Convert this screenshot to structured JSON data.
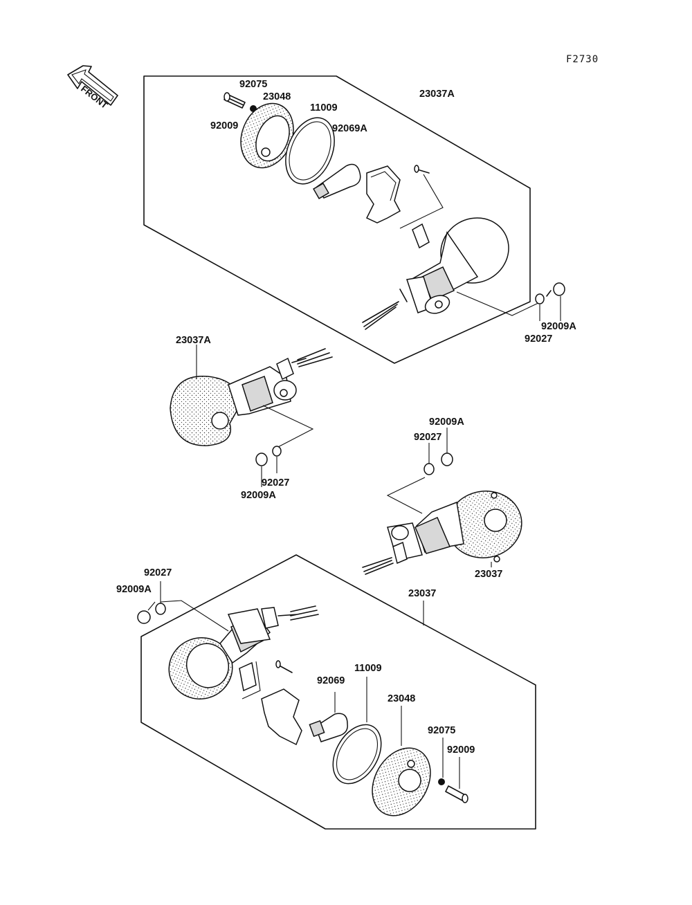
{
  "diagram": {
    "code": "F2730",
    "front_arrow_label": "FRONT",
    "labels": {
      "l01": "92075",
      "l02": "23048",
      "l03": "11009",
      "l04": "92009",
      "l05": "92069A",
      "l06": "23037A",
      "l07": "92027",
      "l08": "92009A",
      "l09": "23037A",
      "l10": "92027",
      "l11": "92009A",
      "l12": "92009A",
      "l13": "92027",
      "l14": "23037",
      "l15": "92027",
      "l16": "92009A",
      "l17": "23037",
      "l18": "11009",
      "l19": "92069",
      "l20": "23048",
      "l21": "92075",
      "l22": "92009"
    }
  }
}
